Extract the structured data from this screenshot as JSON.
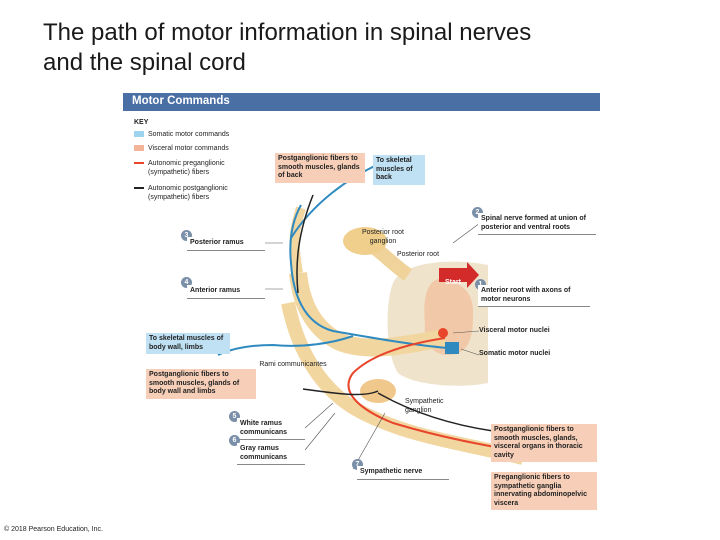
{
  "slide": {
    "title_line1": "The path of motor information in spinal nerves",
    "title_line2": "and the spinal cord",
    "copyright": "© 2018 Pearson Education, Inc."
  },
  "figure": {
    "header": "Motor Commands",
    "key": {
      "title": "KEY",
      "items": [
        {
          "label": "Somatic motor commands",
          "color": "#9ed3ee"
        },
        {
          "label": "Visceral motor commands",
          "color": "#f3b497"
        },
        {
          "label": "Autonomic preganglionic (sympathetic) fibers",
          "color": "#e8452a"
        },
        {
          "label": "Autonomic postganglionic (sympathetic) fibers",
          "color": "#222222"
        }
      ]
    },
    "labels": {
      "postganglionic_back": "Postganglionic fibers to smooth muscles, glands of back",
      "skeletal_back": "To skeletal muscles of back",
      "spinal_nerve_union": "Spinal nerve formed at union of posterior and ventral roots",
      "posterior_ramus": "Posterior ramus",
      "posterior_root_ganglion": "Posterior root ganglion",
      "posterior_root": "Posterior root",
      "anterior_root": "Anterior root with axons of motor neurons",
      "anterior_ramus": "Anterior ramus",
      "skeletal_body_wall": "To skeletal muscles of body wall, limbs",
      "visceral_motor_nuclei": "Visceral motor nuclei",
      "somatic_motor_nuclei": "Somatic motor nuclei",
      "rami_communicantes": "Rami communicantes",
      "postganglionic_body_wall": "Postganglionic fibers to smooth muscles, glands of body wall and limbs",
      "sympathetic_ganglion": "Sympathetic ganglion",
      "white_ramus": "White ramus communicans",
      "gray_ramus": "Gray ramus communicans",
      "postganglionic_visceral": "Postganglionic fibers to smooth muscles, glands, visceral organs in thoracic cavity",
      "sympathetic_nerve": "Sympathetic nerve",
      "preganglionic_abdomino": "Preganglionic fibers to sympathetic ganglia innervating abdominopelvic viscera",
      "start": "Start"
    },
    "steps": [
      "1",
      "2",
      "3",
      "4",
      "5",
      "6",
      "7"
    ]
  }
}
